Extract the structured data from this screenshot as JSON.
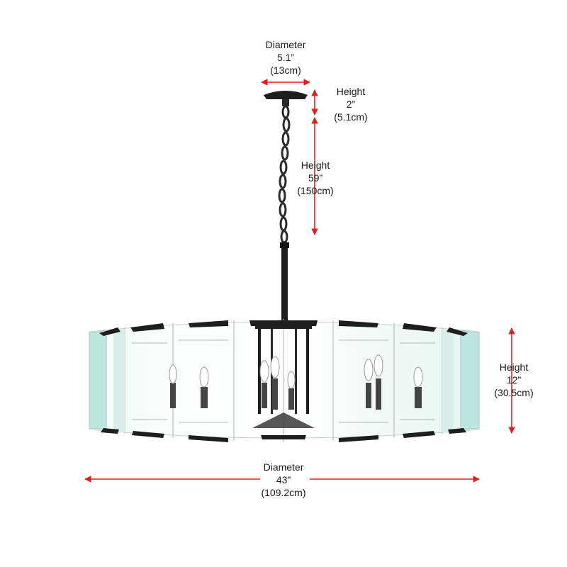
{
  "colors": {
    "dimension_arrow": "#e02020",
    "fixture_metal": "#1e1e1e",
    "glass_edge": "#bfe6de"
  },
  "dimensions": {
    "canopy_diameter": {
      "title": "Diameter",
      "imperial": "5.1”",
      "metric": "(13cm)"
    },
    "canopy_height": {
      "title": "Height",
      "imperial": "2”",
      "metric": "(5.1cm)"
    },
    "chain_height": {
      "title": "Height",
      "imperial": "59”",
      "metric": "(150cm)"
    },
    "body_height": {
      "title": "Height",
      "imperial": "12”",
      "metric": "(30.5cm)"
    },
    "body_diameter": {
      "title": "Diameter",
      "imperial": "43”",
      "metric": "(109.2cm)"
    }
  }
}
